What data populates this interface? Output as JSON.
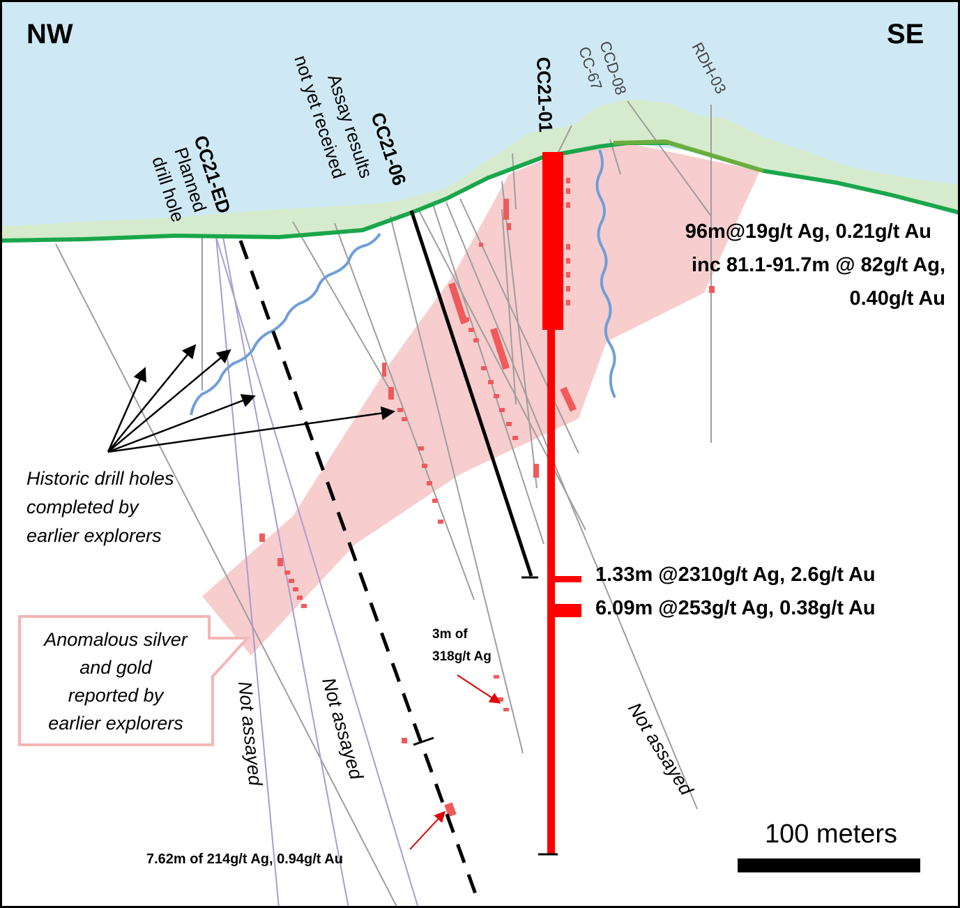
{
  "directions": {
    "left": "NW",
    "right": "SE"
  },
  "holes": {
    "cc21_ed": {
      "name": "CC21-ED",
      "note_line1": "Planned",
      "note_line2": "drill hole"
    },
    "cc21_06": {
      "name": "CC21-06",
      "note_line1": "Assay results",
      "note_line2": "not yet received"
    },
    "cc21_01": {
      "name": "CC21-01"
    },
    "cc_67": {
      "name": "CC-67"
    },
    "ccd_08": {
      "name": "CCD-08"
    },
    "rdh_03": {
      "name": "RDH-03"
    }
  },
  "intercepts": {
    "main_line1": "96m@19g/t Ag, 0.21g/t Au",
    "main_line2": "inc 81.1-91.7m @ 82g/t Ag,",
    "main_line3": "0.40g/t Au",
    "deep1": "1.33m @2310g/t Ag, 2.6g/t Au",
    "deep2": "6.09m @253g/t Ag, 0.38g/t Au",
    "small_line1": "3m of",
    "small_line2": "318g/t Ag",
    "bottom": "7.62m of 214g/t Ag, 0.94g/t Au"
  },
  "notes": {
    "historic_line1": "Historic drill holes",
    "historic_line2": "completed by",
    "historic_line3": "earlier explorers",
    "anomalous_line1": "Anomalous silver",
    "anomalous_line2": "and gold",
    "anomalous_line3": "reported by",
    "anomalous_line4": "earlier explorers",
    "not_assayed": "Not assayed"
  },
  "scale_bar": {
    "label": "100 meters"
  },
  "colors": {
    "sky": "#cfe9f4",
    "ground": "#d6ebcd",
    "surface_line": "#1aa64b",
    "surface_highlight": "#6bae3e",
    "anomaly_zone": "#f6c4c4",
    "cc21_01_trace": "#ff0000",
    "assay_marks": "#f05a5a",
    "fault": "#6f9fd8",
    "historic_holes": "#9e9e9e",
    "historic_holes_purple": "#a89ccf"
  }
}
